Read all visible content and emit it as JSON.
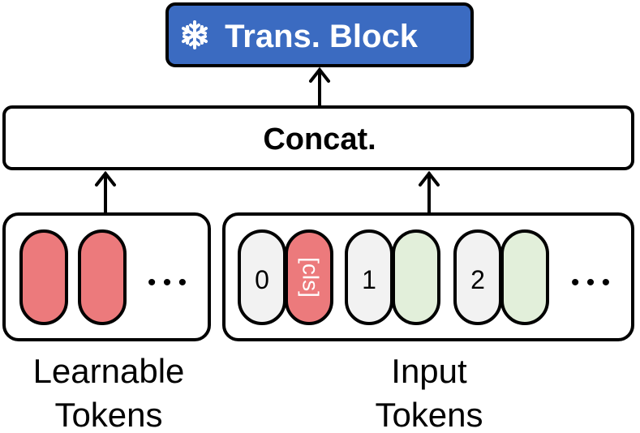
{
  "trans_block": {
    "label": "Trans. Block",
    "icon": "snowflake-icon",
    "fill": "#3b6bc1",
    "text_color": "#ffffff"
  },
  "concat": {
    "label": "Concat."
  },
  "learnable_group": {
    "ellipsis": "• • •",
    "caption_line1": "Learnable",
    "caption_line2": "Tokens"
  },
  "input_group": {
    "cls_label": "[cls]",
    "position_labels": [
      "0",
      "1",
      "2"
    ],
    "ellipsis": "• • •",
    "caption_line1": "Input",
    "caption_line2": "Tokens"
  },
  "colors": {
    "learnable_token": "#ec7a7c",
    "cls_token": "#ec7a7c",
    "position_token": "#f2f2f2",
    "input_token": "#e2efda",
    "stroke": "#000000"
  }
}
